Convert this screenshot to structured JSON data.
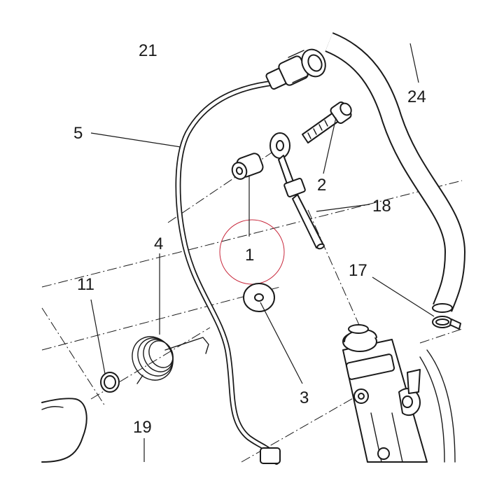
{
  "diagram": {
    "callouts": {
      "c21": "21",
      "c24": "24",
      "c5": "5",
      "c2": "2",
      "c18": "18",
      "c1": "1",
      "c4": "4",
      "c17": "17",
      "c11": "11",
      "c3": "3",
      "c19": "19"
    },
    "colors": {
      "line": "#1a1a1a",
      "highlight_circle": "#c8283c",
      "background": "#ffffff"
    }
  }
}
